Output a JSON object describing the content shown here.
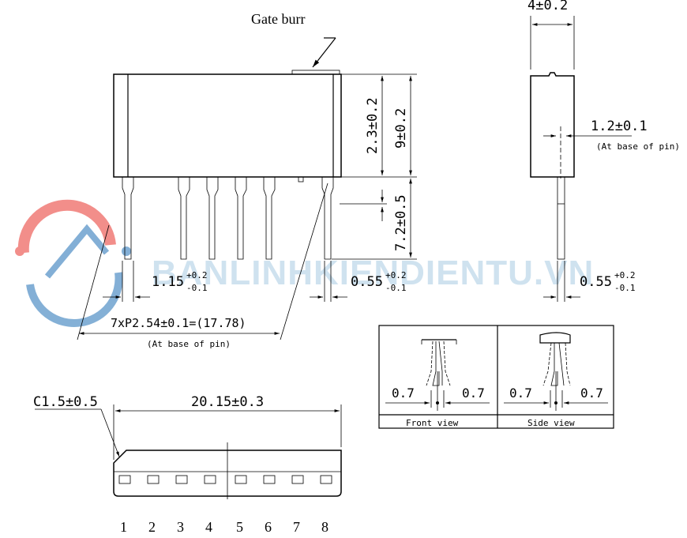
{
  "labels": {
    "gate_burr": "Gate burr",
    "dim_4": "4±0.2",
    "dim_1_2": "1.2±0.1",
    "at_base_of_pin_side": "(At base of pin)",
    "dim_2_3": "2.3±0.2",
    "dim_9": "9±0.2",
    "dim_7_2": "7.2±0.5",
    "dim_1_15": "1.15",
    "tol_1_15_plus": "+0.2",
    "tol_1_15_minus": "-0.1",
    "dim_0_55_front": "0.55",
    "tol_0_55_front_plus": "+0.2",
    "tol_0_55_front_minus": "-0.1",
    "dim_0_55_side": "0.55",
    "tol_0_55_side_plus": "+0.2",
    "tol_0_55_side_minus": "-0.1",
    "pitch": "7xP2.54±0.1=(17.78)",
    "at_base_of_pin_front": "(At base of pin)",
    "chamfer": "C1.5±0.5",
    "dim_20_15": "20.15±0.3",
    "inset_front_left": "0.7",
    "inset_front_right": "0.7",
    "inset_side_left": "0.7",
    "inset_side_right": "0.7",
    "front_view": "Front view",
    "side_view": "Side view"
  },
  "pin_numbers": [
    "1",
    "2",
    "3",
    "4",
    "5",
    "6",
    "7",
    "8"
  ],
  "watermark": "BANLINHKIENDIENTU.VN",
  "colors": {
    "line": "#000000",
    "background": "#ffffff",
    "watermark_text": "#a9cbe3",
    "watermark_logo_red": "#e8322b",
    "watermark_logo_blue": "#1f6fb5"
  }
}
